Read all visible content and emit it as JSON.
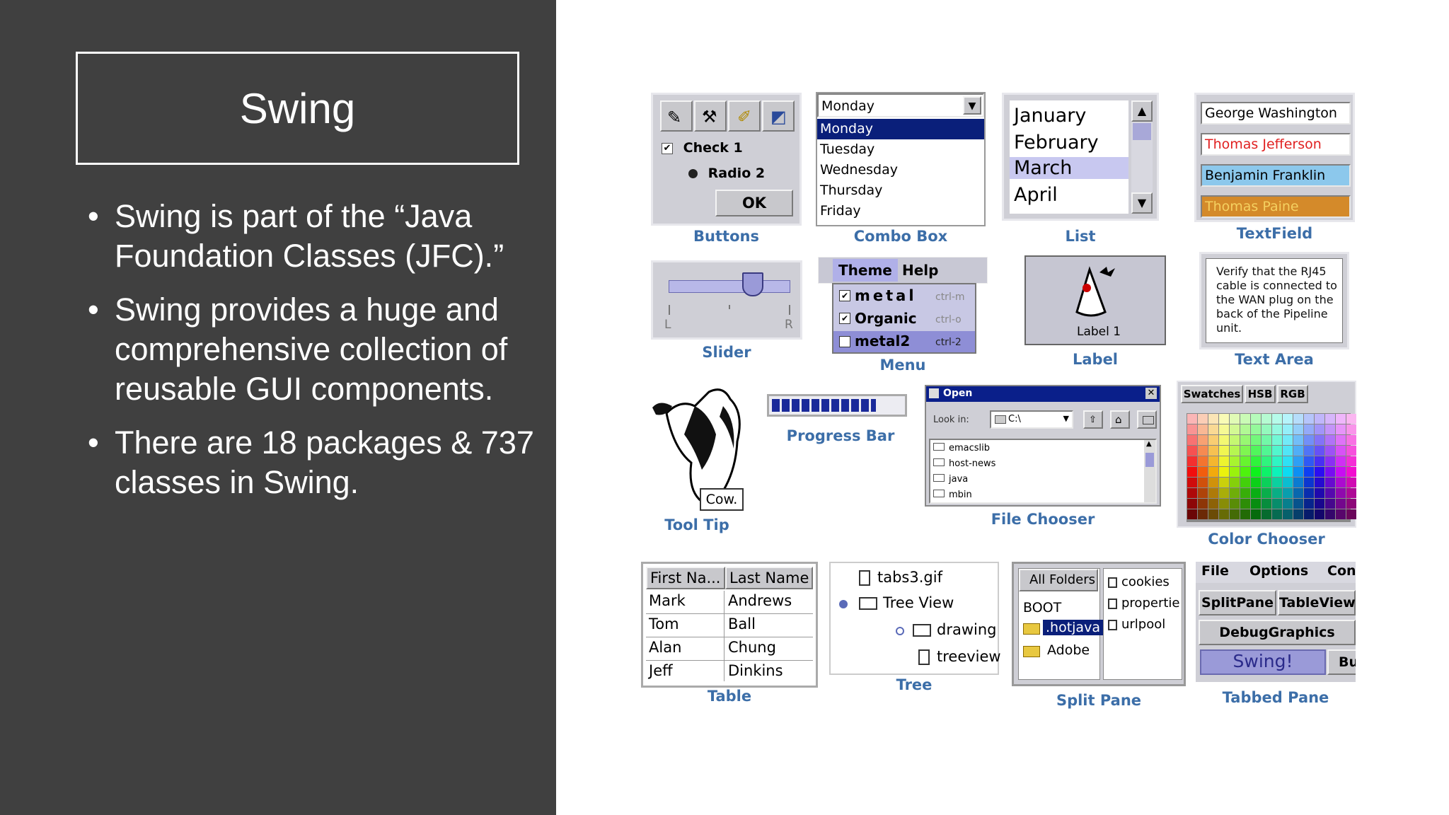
{
  "slide": {
    "title": "Swing",
    "bullets": [
      "Swing is part of the “Java Foundation Classes (JFC).”",
      "Swing provides a huge and comprehensive collection of reusable GUI components.",
      "There are 18 packages & 737 classes in Swing."
    ]
  },
  "gallery": {
    "buttons": {
      "caption": "Buttons",
      "check_label": "Check 1",
      "radio_label": "Radio 2",
      "ok_label": "OK"
    },
    "combo": {
      "caption": "Combo Box",
      "selected": "Monday",
      "options": [
        "Monday",
        "Tuesday",
        "Wednesday",
        "Thursday",
        "Friday"
      ]
    },
    "list": {
      "caption": "List",
      "items": [
        "January",
        "February",
        "March",
        "April"
      ]
    },
    "textfield": {
      "caption": "TextField",
      "fields": [
        "George Washington",
        "Thomas Jefferson",
        "Benjamin Franklin",
        "Thomas Paine"
      ]
    },
    "slider": {
      "caption": "Slider",
      "left_label": "L",
      "right_label": "R"
    },
    "menu": {
      "caption": "Menu",
      "bar": [
        "Theme",
        "Help"
      ],
      "items": [
        {
          "label": "metal",
          "shortcut": "ctrl-m"
        },
        {
          "label": "Organic",
          "shortcut": "ctrl-o"
        },
        {
          "label": "metal2",
          "shortcut": "ctrl-2"
        }
      ]
    },
    "label": {
      "caption": "Label",
      "text": "Label 1"
    },
    "textarea": {
      "caption": "Text Area",
      "text": "Verify that the RJ45 cable is connected to the WAN plug on the back of the Pipeline unit."
    },
    "tooltip": {
      "caption": "Tool Tip",
      "tip": "Cow."
    },
    "progress": {
      "caption": "Progress Bar",
      "value": 0.8
    },
    "filechooser": {
      "caption": "File Chooser",
      "title": "Open",
      "look_in_label": "Look in:",
      "look_in_value": "C:\\",
      "files": [
        "emacslib",
        "host-news",
        "java",
        "mbin"
      ]
    },
    "colorchooser": {
      "caption": "Color Chooser",
      "tabs": [
        "Swatches",
        "HSB",
        "RGB"
      ]
    },
    "table": {
      "caption": "Table",
      "headers": [
        "First Na...",
        "Last Name"
      ],
      "rows": [
        [
          "Mark",
          "Andrews"
        ],
        [
          "Tom",
          "Ball"
        ],
        [
          "Alan",
          "Chung"
        ],
        [
          "Jeff",
          "Dinkins"
        ]
      ]
    },
    "tree": {
      "caption": "Tree",
      "nodes": [
        "tabs3.gif",
        "Tree View",
        "drawing",
        "treeview"
      ]
    },
    "splitpane": {
      "caption": "Split Pane",
      "header": "All Folders",
      "left": [
        "BOOT",
        ".hotjava",
        "Adobe"
      ],
      "right": [
        "cookies",
        "propertie",
        "urlpool"
      ]
    },
    "tabbedpane": {
      "caption": "Tabbed Pane",
      "menu": [
        "File",
        "Options",
        "Con"
      ],
      "tabs_row1": [
        "SplitPane",
        "TableView"
      ],
      "tab_debug": "DebugGraphics",
      "tab_swing": "Swing!",
      "tab_cut": "Bu"
    }
  }
}
